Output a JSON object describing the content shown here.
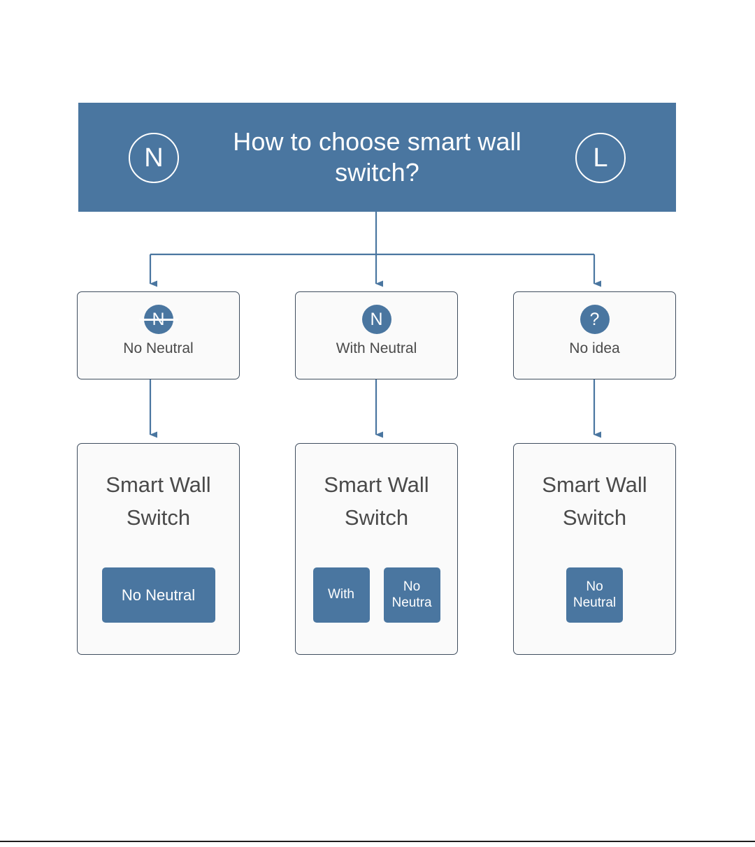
{
  "header": {
    "title": "How to choose smart wall switch?",
    "left_terminal": "N",
    "right_terminal": "L",
    "background_color": "#4a76a0",
    "text_color": "#ffffff"
  },
  "options": [
    {
      "icon_name": "no-neutral-circle-icon",
      "icon_glyph": "N",
      "icon_struck_through": true,
      "label": "No Neutral"
    },
    {
      "icon_name": "with-neutral-circle-icon",
      "icon_glyph": "N",
      "icon_struck_through": false,
      "label": "With Neutral"
    },
    {
      "icon_name": "question-circle-icon",
      "icon_glyph": "?",
      "icon_struck_through": false,
      "label": "No idea"
    }
  ],
  "results": [
    {
      "title": "Smart Wall Switch",
      "tags": [
        {
          "label": "No Neutral",
          "size": "wide"
        }
      ]
    },
    {
      "title": "Smart Wall Switch",
      "tags": [
        {
          "label": "With",
          "size": "narrow"
        },
        {
          "label": "No Neutra",
          "size": "narrow"
        }
      ]
    },
    {
      "title": "Smart Wall Switch",
      "tags": [
        {
          "label": "No Neutral",
          "size": "narrow"
        }
      ]
    }
  ],
  "style": {
    "accent_color": "#4a76a0",
    "box_fill": "#fafafa",
    "box_border": "#3f4d5e",
    "connector_color": "#4a76a0",
    "label_color": "#4a4a4a",
    "page_background": "#ffffff"
  }
}
